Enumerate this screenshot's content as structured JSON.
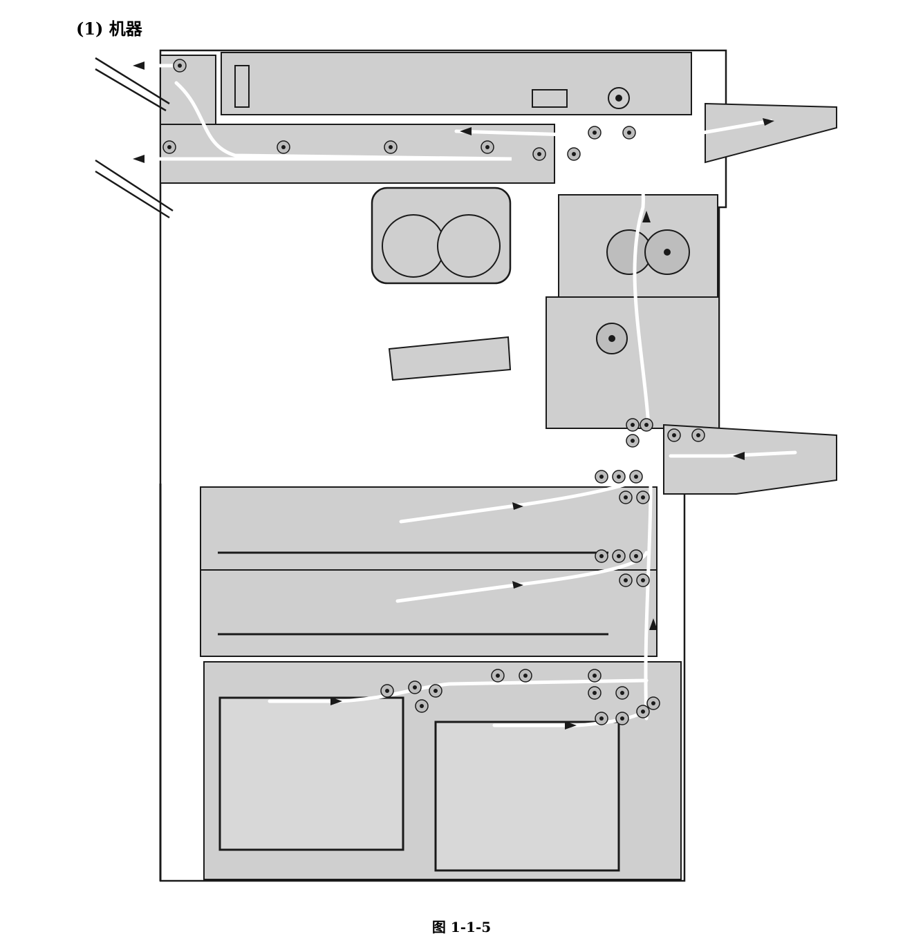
{
  "header": {
    "section_title": "(1) 机器"
  },
  "figure": {
    "caption": "图 1-1-5"
  },
  "colors": {
    "body_fill": "#cfcfcf",
    "outline": "#1a1a1a",
    "paper_path": "#ffffff",
    "background": "#ffffff"
  },
  "icons": {
    "roller": "circle-with-dot",
    "path_arrow": "filled-triangle"
  }
}
